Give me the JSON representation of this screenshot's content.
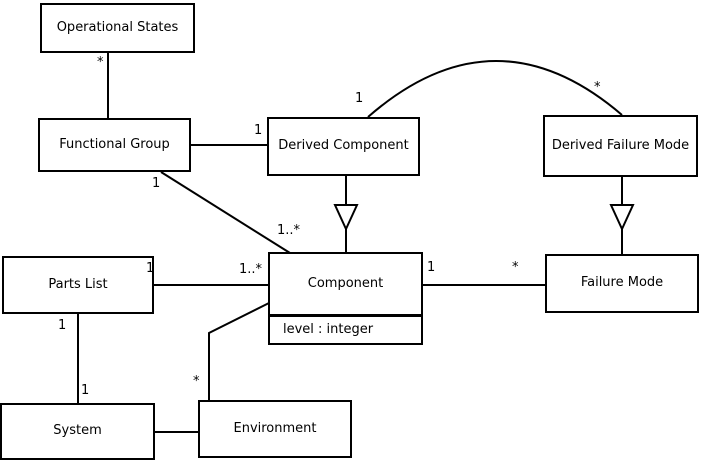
{
  "diagram": {
    "background_color": "#ffffff",
    "line_color": "#000000",
    "nodes": {
      "operational_states": {
        "label": "Operational States"
      },
      "functional_group": {
        "label": "Functional Group"
      },
      "derived_component": {
        "label": "Derived Component"
      },
      "derived_failure_mode": {
        "label": "Derived Failure Mode"
      },
      "parts_list": {
        "label": "Parts List"
      },
      "component": {
        "label": "Component",
        "attribute": "level : integer"
      },
      "failure_mode": {
        "label": "Failure Mode"
      },
      "system": {
        "label": "System"
      },
      "environment": {
        "label": "Environment"
      }
    },
    "multiplicities": {
      "os_fg_star": "*",
      "fg_dc_one": "1",
      "fg_comp_one": "1",
      "fg_comp_many": "1..*",
      "dc_arc_one": "1",
      "dfm_arc_star": "*",
      "pl_comp_one": "1",
      "pl_comp_many": "1..*",
      "comp_fm_one": "1",
      "comp_fm_star": "*",
      "pl_sys_one_top": "1",
      "pl_sys_one_bottom": "1",
      "comp_env_star": "*"
    },
    "edges": [
      {
        "from": "Operational States",
        "to": "Functional Group",
        "type": "association",
        "from_end_label": "*",
        "to_end_label": ""
      },
      {
        "from": "Functional Group",
        "to": "Derived Component",
        "type": "association",
        "from_end_label": "",
        "to_end_label": "1"
      },
      {
        "from": "Functional Group",
        "to": "Component",
        "type": "association",
        "from_end_label": "1",
        "to_end_label": "1..*"
      },
      {
        "from": "Derived Component",
        "to": "Derived Failure Mode",
        "type": "association-arc",
        "from_end_label": "1",
        "to_end_label": "*"
      },
      {
        "from": "Derived Component",
        "to": "Component",
        "type": "generalization",
        "from_end_label": "",
        "to_end_label": ""
      },
      {
        "from": "Derived Failure Mode",
        "to": "Failure Mode",
        "type": "generalization",
        "from_end_label": "",
        "to_end_label": ""
      },
      {
        "from": "Parts List",
        "to": "Component",
        "type": "association",
        "from_end_label": "1",
        "to_end_label": "1..*"
      },
      {
        "from": "Component",
        "to": "Failure Mode",
        "type": "association",
        "from_end_label": "1",
        "to_end_label": "*"
      },
      {
        "from": "Parts List",
        "to": "System",
        "type": "association",
        "from_end_label": "1",
        "to_end_label": "1"
      },
      {
        "from": "Component",
        "to": "Environment",
        "type": "association",
        "from_end_label": "",
        "to_end_label": "*"
      },
      {
        "from": "System",
        "to": "Environment",
        "type": "association",
        "from_end_label": "",
        "to_end_label": ""
      }
    ]
  }
}
